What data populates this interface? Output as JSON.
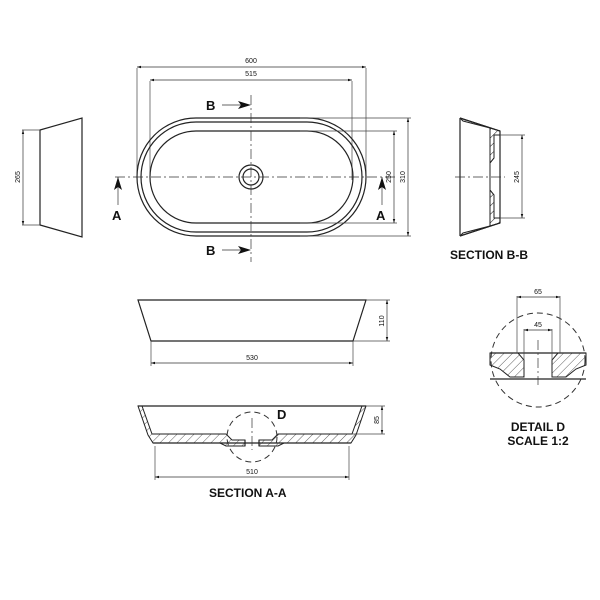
{
  "drawing": {
    "subject": "oval countertop basin technical drawing",
    "units": "mm"
  },
  "top_view": {
    "dim_overall_length": "600",
    "dim_inner_length": "515",
    "dim_inner_width": "250",
    "dim_overall_width": "310",
    "section_marker_b": "B",
    "section_marker_a": "A"
  },
  "left_view": {
    "dim_height": "265"
  },
  "section_bb": {
    "title": "SECTION B-B",
    "dim_inner": "245"
  },
  "side_view": {
    "dim_height": "110",
    "dim_base_length": "530"
  },
  "section_aa": {
    "title": "SECTION A-A",
    "dim_depth": "85",
    "dim_base_length": "510",
    "detail_marker": "D"
  },
  "detail_d": {
    "title": "DETAIL D",
    "scale": "SCALE 1:2",
    "dim_outer": "65",
    "dim_inner": "45"
  },
  "colors": {
    "line": "#222222",
    "background": "#ffffff"
  }
}
